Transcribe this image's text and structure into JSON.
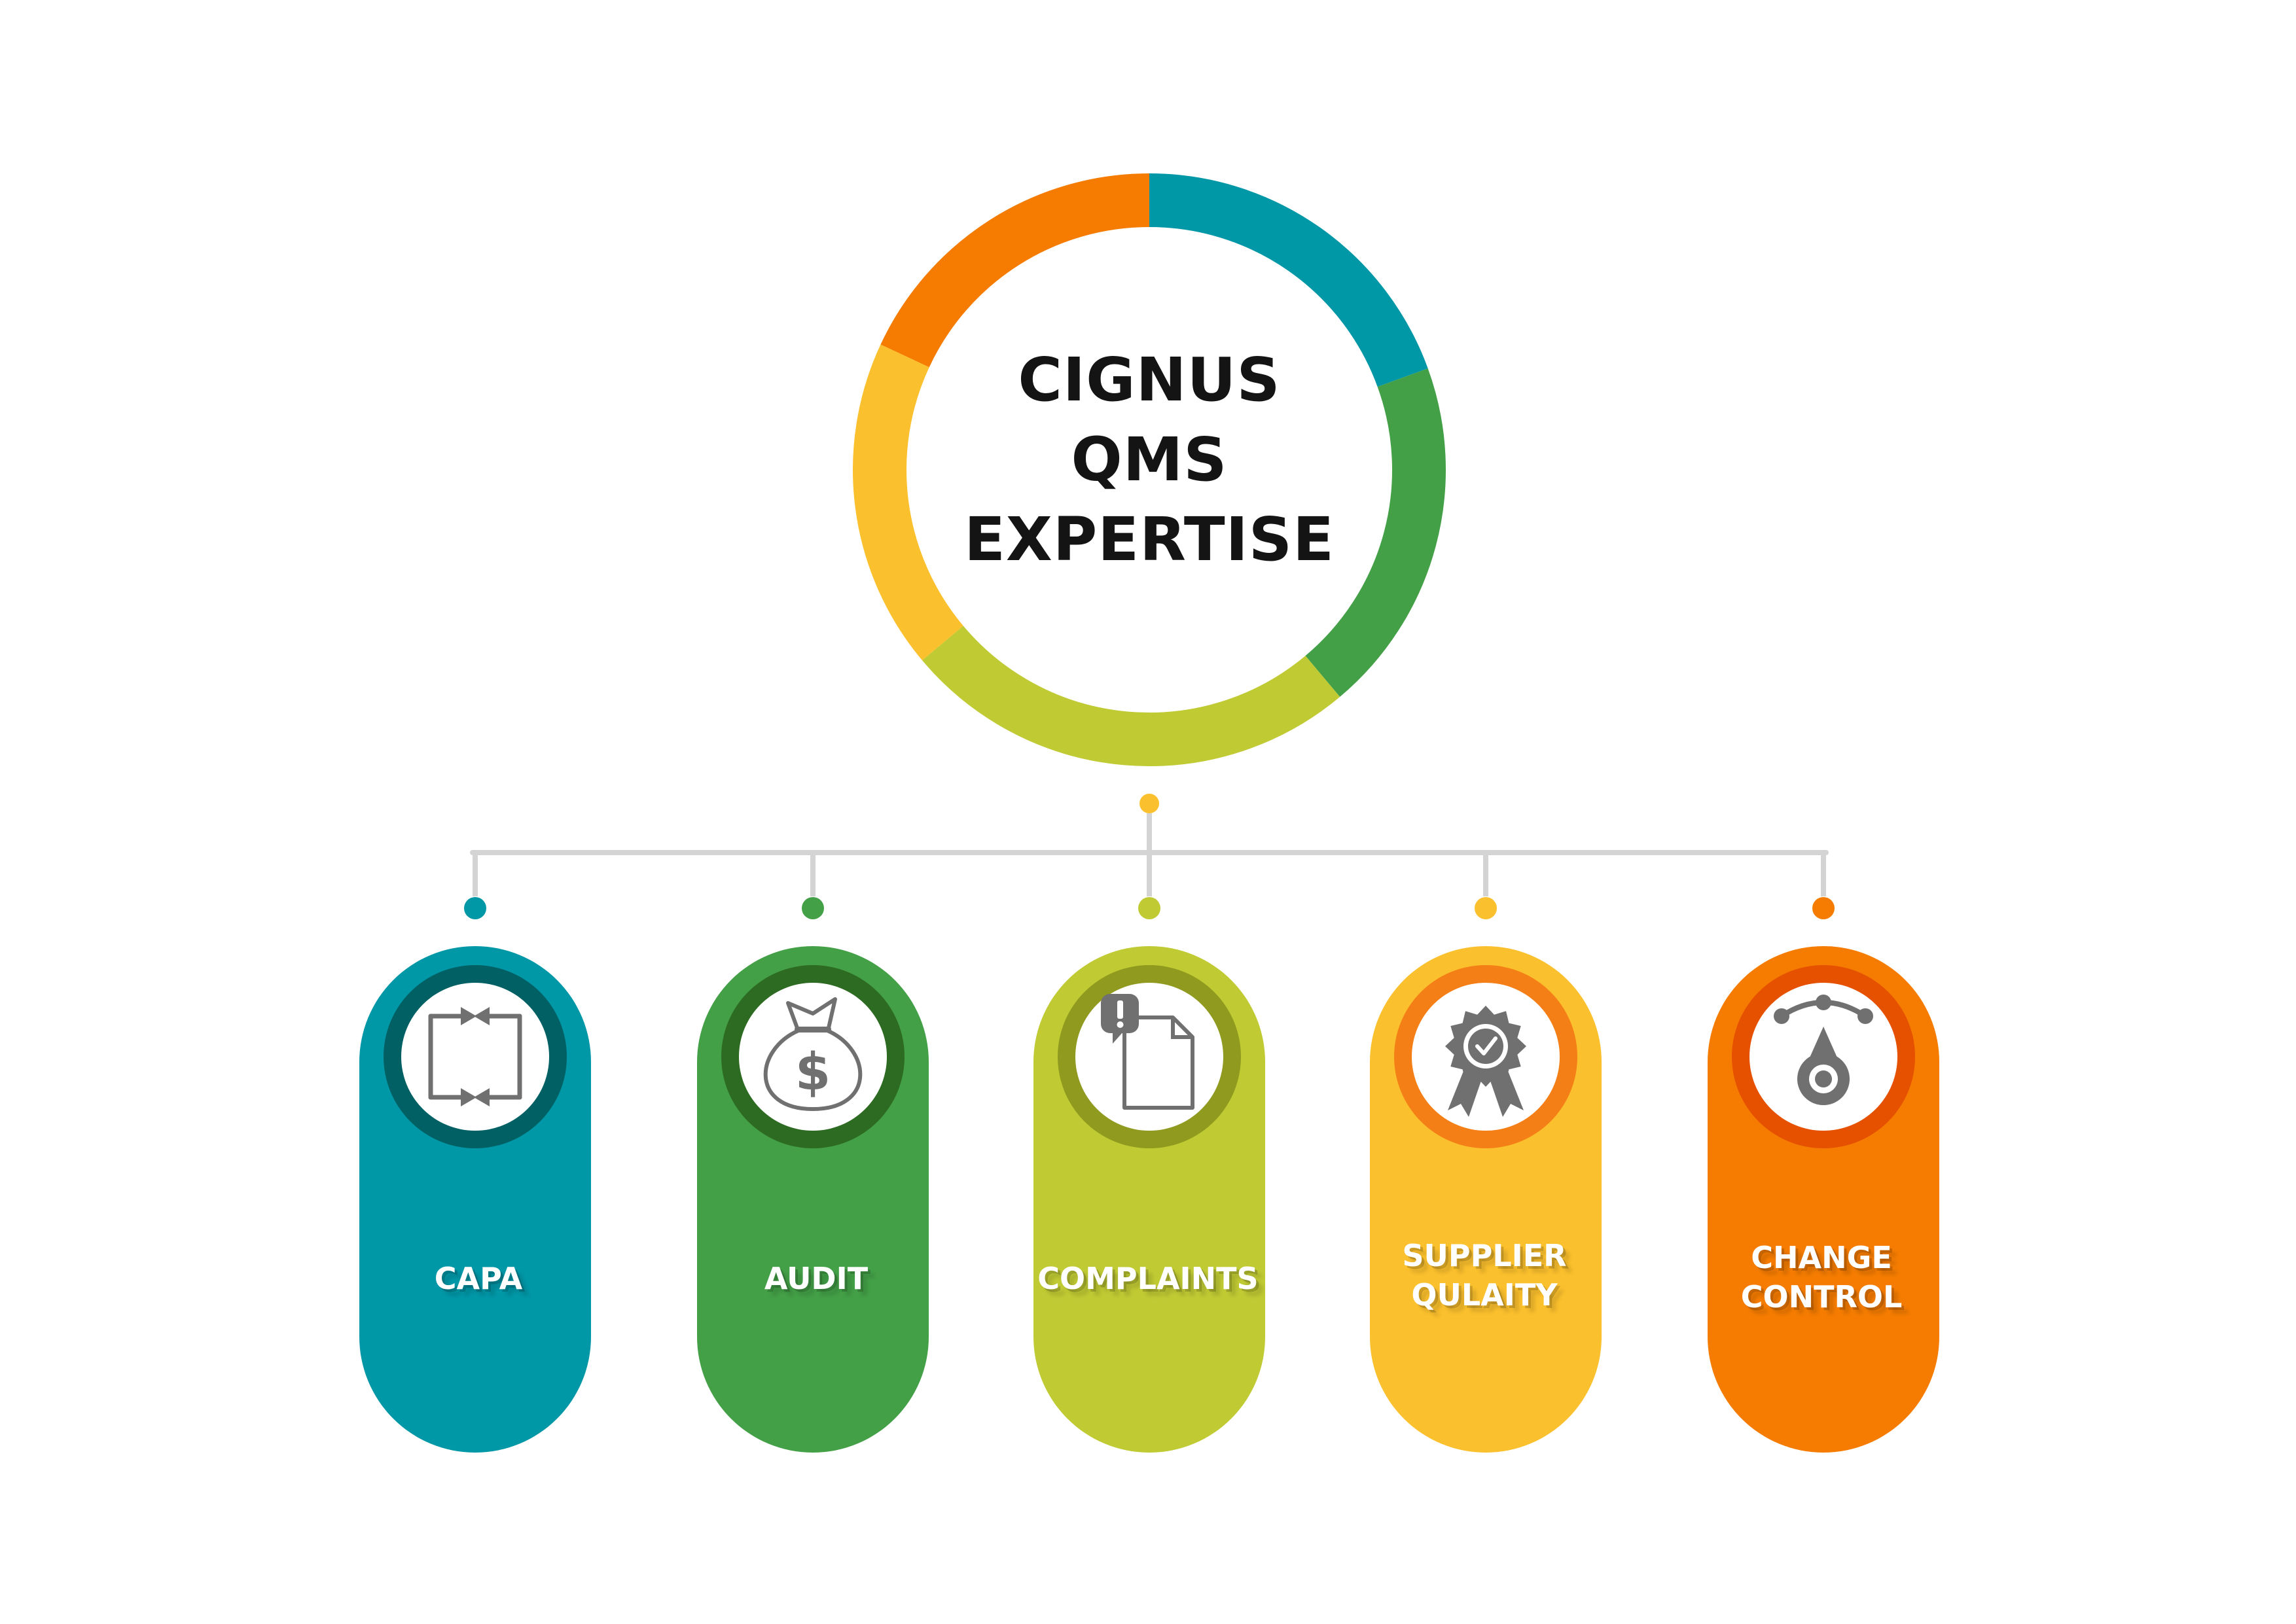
{
  "center": {
    "title_lines": [
      "CIGNUS",
      "QMS",
      "EXPERTISE"
    ],
    "ring_colors": [
      "#0097a7",
      "#43a047",
      "#c0ca33",
      "#fbc02d",
      "#f57c00"
    ]
  },
  "connector_color": "#d4d4d4",
  "root_dot_color": "#fbc02d",
  "items": [
    {
      "label_lines": [
        "CAPA"
      ],
      "icon": "capa-cycle-icon",
      "color": "#0097a7",
      "ring_color": "#006064"
    },
    {
      "label_lines": [
        "AUDIT"
      ],
      "icon": "money-bag-icon",
      "color": "#43a047",
      "ring_color": "#2e6b22"
    },
    {
      "label_lines": [
        "COMPLAINTS"
      ],
      "icon": "complaint-document-icon",
      "color": "#c0ca33",
      "ring_color": "#8f9a1f"
    },
    {
      "label_lines": [
        "SUPPLIER",
        "QULAITY"
      ],
      "icon": "quality-badge-icon",
      "color": "#fbc02d",
      "ring_color": "#f57f17"
    },
    {
      "label_lines": [
        "CHANGE",
        "CONTROL"
      ],
      "icon": "change-dial-icon",
      "color": "#f57c00",
      "ring_color": "#e65100"
    }
  ]
}
